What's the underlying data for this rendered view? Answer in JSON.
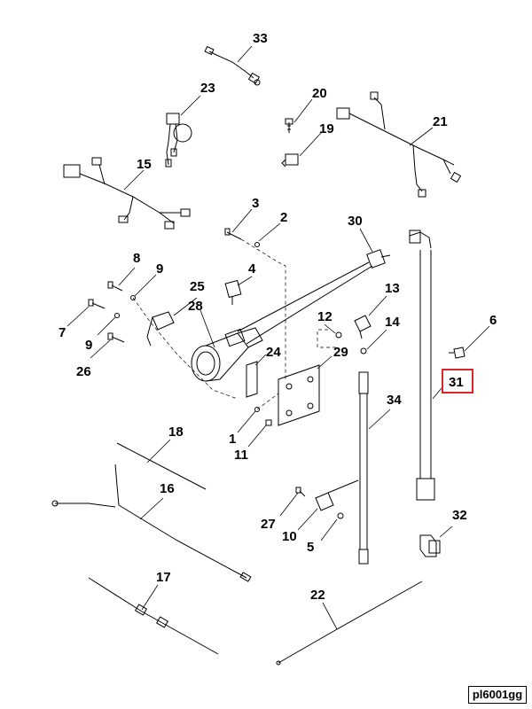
{
  "drawing_ref": "pl6001gg",
  "highlight_color": "#d8262c",
  "highlighted_callout": "31",
  "callouts": {
    "c33": "33",
    "c23": "23",
    "c20": "20",
    "c21": "21",
    "c19": "19",
    "c15": "15",
    "c3": "3",
    "c2": "2",
    "c30": "30",
    "c8": "8",
    "c9a": "9",
    "c4": "4",
    "c25": "25",
    "c13": "13",
    "c28": "28",
    "c12": "12",
    "c14": "14",
    "c6": "6",
    "c7": "7",
    "c9b": "9",
    "c26": "26",
    "c24": "24",
    "c29": "29",
    "c31": "31",
    "c34": "34",
    "c1": "1",
    "c11": "11",
    "c18": "18",
    "c16": "16",
    "c27": "27",
    "c10": "10",
    "c5": "5",
    "c32": "32",
    "c17": "17",
    "c22": "22"
  }
}
